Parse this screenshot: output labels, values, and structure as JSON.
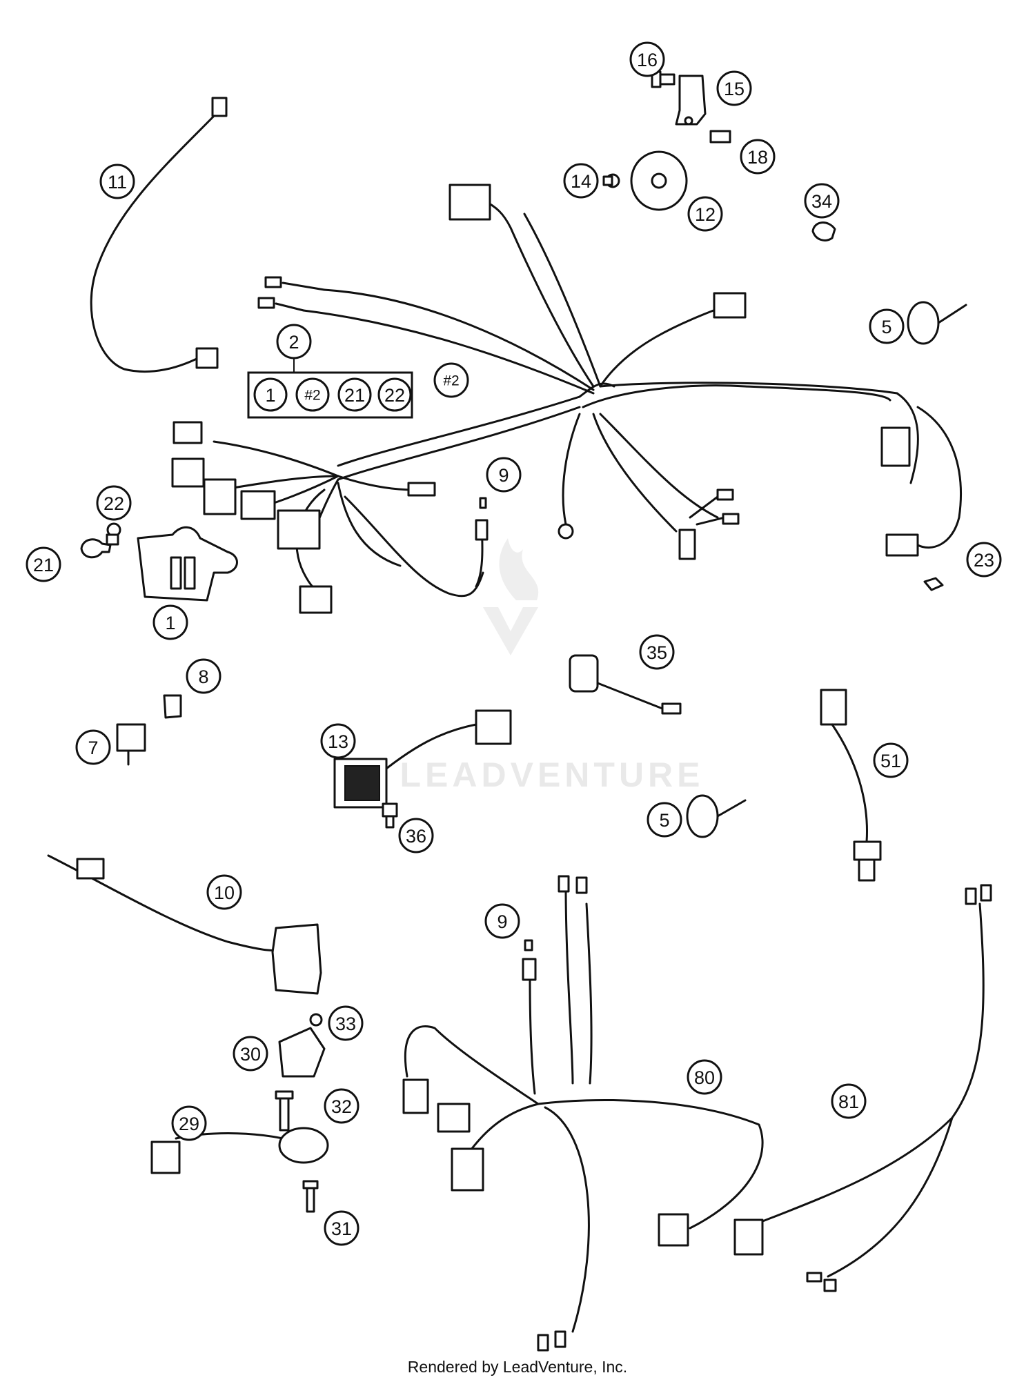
{
  "diagram_title": "",
  "watermark": "LEADVENTURE",
  "footer": "Rendered by LeadVenture, Inc.",
  "group_box": {
    "parent": "2",
    "members": [
      "1",
      "#2",
      "21",
      "22"
    ]
  },
  "callouts": [
    {
      "id": "c1",
      "label": "1",
      "part": "mounting-bracket"
    },
    {
      "id": "c2",
      "label": "2",
      "part": "wiring-harness-assembly"
    },
    {
      "id": "c2h",
      "label": "#2",
      "part": "main-wiring-harness"
    },
    {
      "id": "c5a",
      "label": "5",
      "part": "cable-tie"
    },
    {
      "id": "c5b",
      "label": "5",
      "part": "cable-tie"
    },
    {
      "id": "c7",
      "label": "7",
      "part": "relay"
    },
    {
      "id": "c8",
      "label": "8",
      "part": "relay-holder"
    },
    {
      "id": "c9a",
      "label": "9",
      "part": "bulb"
    },
    {
      "id": "c9b",
      "label": "9",
      "part": "bulb"
    },
    {
      "id": "c10",
      "label": "10",
      "part": "handlebar-switch"
    },
    {
      "id": "c11",
      "label": "11",
      "part": "extension-cable"
    },
    {
      "id": "c12",
      "label": "12",
      "part": "horn"
    },
    {
      "id": "c13",
      "label": "13",
      "part": "voltage-regulator"
    },
    {
      "id": "c14",
      "label": "14",
      "part": "screw"
    },
    {
      "id": "c15",
      "label": "15",
      "part": "horn-bracket"
    },
    {
      "id": "c16",
      "label": "16",
      "part": "bolt"
    },
    {
      "id": "c18",
      "label": "18",
      "part": "clip"
    },
    {
      "id": "c21a",
      "label": "21",
      "part": "clamp"
    },
    {
      "id": "c22a",
      "label": "22",
      "part": "screw"
    },
    {
      "id": "c23",
      "label": "23",
      "part": "clip"
    },
    {
      "id": "c29",
      "label": "29",
      "part": "sensor"
    },
    {
      "id": "c30",
      "label": "30",
      "part": "switch-housing"
    },
    {
      "id": "c31",
      "label": "31",
      "part": "screw"
    },
    {
      "id": "c32",
      "label": "32",
      "part": "screw"
    },
    {
      "id": "c33",
      "label": "33",
      "part": "nut"
    },
    {
      "id": "c34",
      "label": "34",
      "part": "cable-clip"
    },
    {
      "id": "c35",
      "label": "35",
      "part": "connector-cable"
    },
    {
      "id": "c36",
      "label": "36",
      "part": "screw"
    },
    {
      "id": "c51",
      "label": "51",
      "part": "temperature-sensor"
    },
    {
      "id": "c80",
      "label": "80",
      "part": "sub-harness"
    },
    {
      "id": "c81",
      "label": "81",
      "part": "sub-harness"
    }
  ]
}
